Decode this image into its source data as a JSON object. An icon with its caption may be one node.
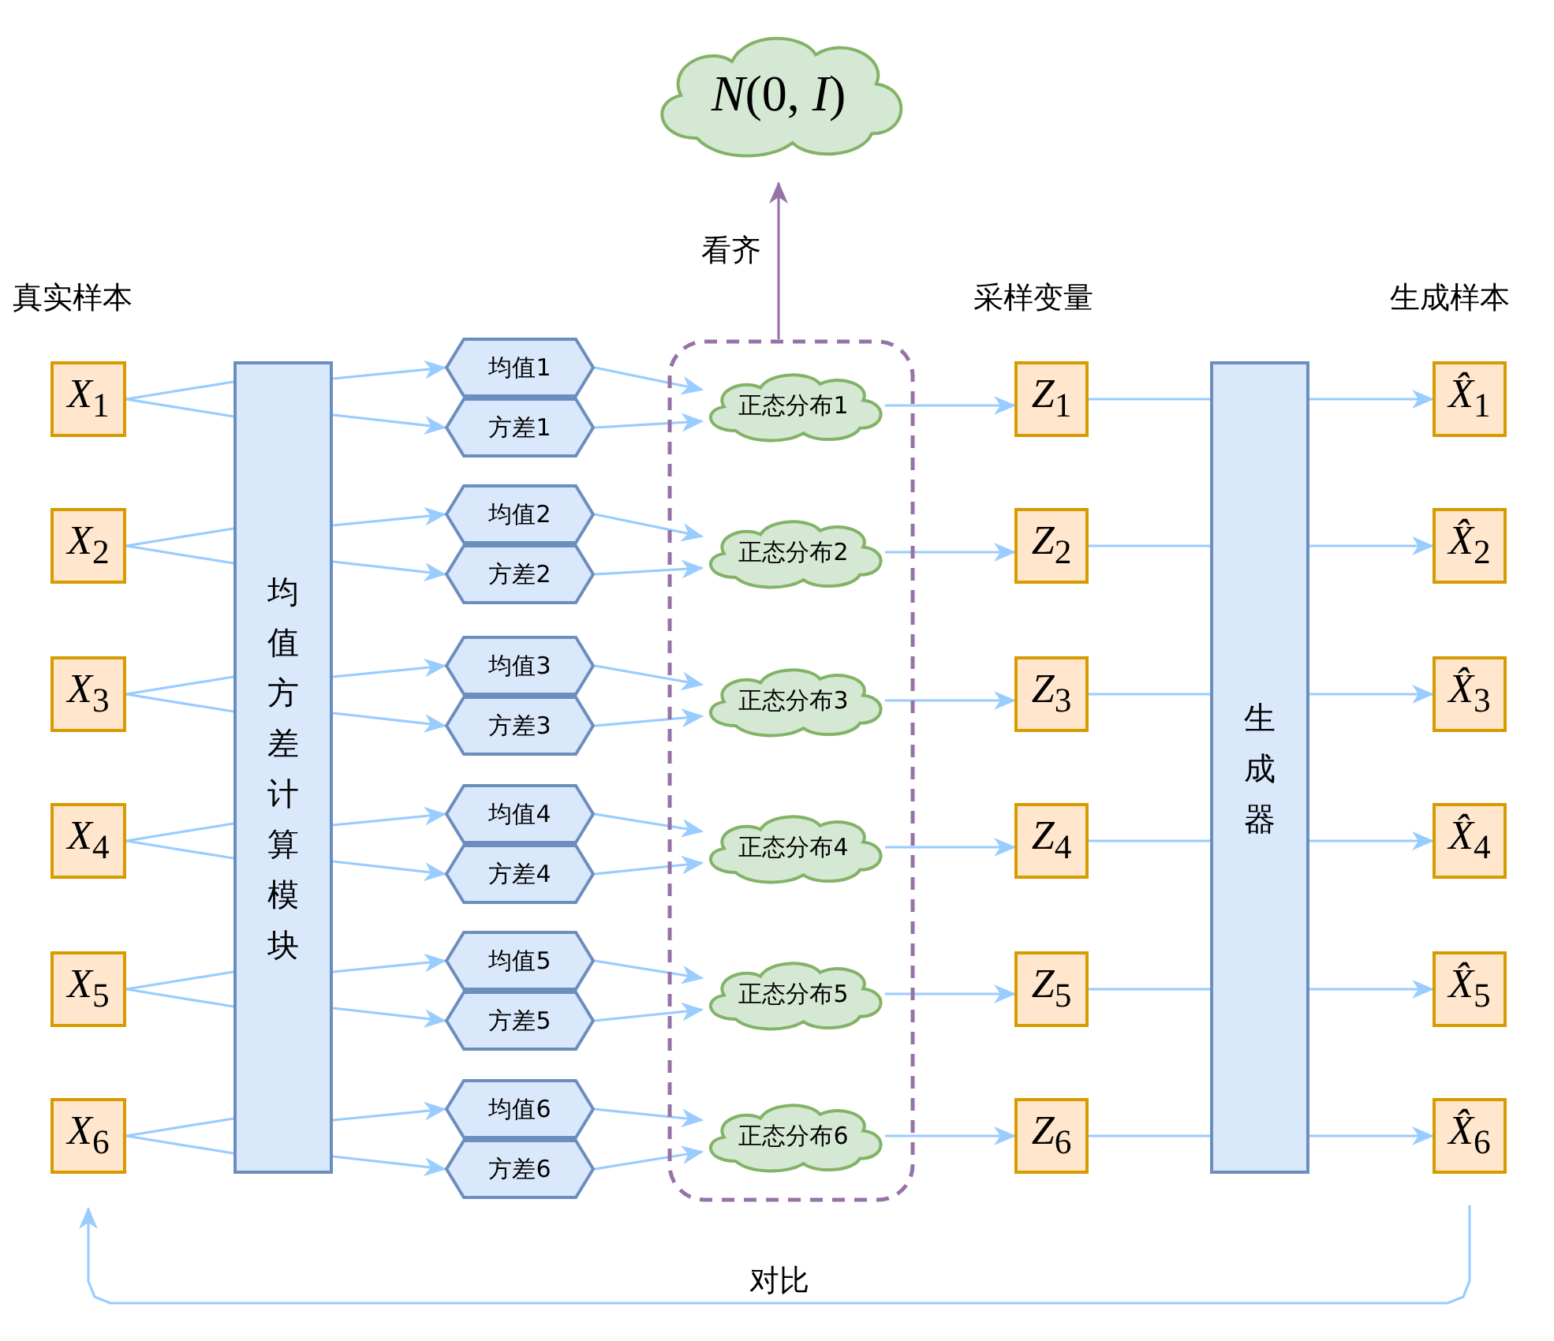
{
  "diagram": {
    "nodes": [
      {
        "text": [
          "*N*(0, *I*)"
        ]
      },
      {
        "text": [
          "*X*$_{1}$"
        ]
      },
      {
        "text": [
          "*X*$_{2}$"
        ]
      },
      {
        "text": [
          "*X*$_{3}$"
        ]
      },
      {
        "text": [
          "*X*$_{4}$"
        ]
      },
      {
        "text": [
          "*X*$_{5}$"
        ]
      },
      {
        "text": [
          "*X*$_{6}$"
        ]
      },
      {
        "text": [
          "均值方差计算模块"
        ]
      },
      {
        "text": [
          "均值1"
        ]
      },
      {
        "text": [
          "方差1"
        ]
      },
      {
        "text": [
          "均值2"
        ]
      },
      {
        "text": [
          "方差2"
        ]
      },
      {
        "text": [
          "均值3"
        ]
      },
      {
        "text": [
          "方差3"
        ]
      },
      {
        "text": [
          "均值4"
        ]
      },
      {
        "text": [
          "方差4"
        ]
      },
      {
        "text": [
          "均值5"
        ]
      },
      {
        "text": [
          "方差5"
        ]
      },
      {
        "text": [
          "均值6"
        ]
      },
      {
        "text": [
          "方差6"
        ]
      },
      {
        "text": [],
        "shape": "box"
      },
      {
        "text": [
          "正态分布1"
        ],
        "in": 20
      },
      {
        "text": [
          "正态分布2"
        ],
        "in": 20
      },
      {
        "text": [
          "正态分布3"
        ],
        "in": 20
      },
      {
        "text": [
          "正态分布4"
        ],
        "in": 20
      },
      {
        "text": [
          "正态分布5"
        ],
        "in": 20
      },
      {
        "text": [
          "正态分布6"
        ],
        "in": 20
      },
      {
        "text": [
          "*Z*$_{1}$"
        ]
      },
      {
        "text": [
          "*Z*$_{2}$"
        ]
      },
      {
        "text": [
          "*Z*$_{3}$"
        ]
      },
      {
        "text": [
          "*Z*$_{4}$"
        ]
      },
      {
        "text": [
          "*Z*$_{5}$"
        ]
      },
      {
        "text": [
          "*Z*$_{6}$"
        ]
      },
      {
        "text": [
          "生成器"
        ]
      },
      {
        "text": [
          "*X̂*$_{1}$"
        ]
      },
      {
        "text": [
          "*X̂*$_{2}$"
        ]
      },
      {
        "text": [
          "*X̂*$_{3}$"
        ]
      },
      {
        "text": [
          "*X̂*$_{4}$"
        ]
      },
      {
        "text": [
          "*X̂*$_{5}$"
        ]
      },
      {
        "text": [
          "*X̂*$_{6}$"
        ]
      }
    ],
    "edges": [
      {
        "from": 1,
        "to": 7,
        "arrow": "none"
      },
      {
        "from": 1,
        "to": 7,
        "arrow": "none"
      },
      {
        "from": 2,
        "to": 7,
        "arrow": "none"
      },
      {
        "from": 2,
        "to": 7,
        "arrow": "none"
      },
      {
        "from": 3,
        "to": 7,
        "arrow": "none"
      },
      {
        "from": 3,
        "to": 7,
        "arrow": "none"
      },
      {
        "from": 4,
        "to": 7,
        "arrow": "none"
      },
      {
        "from": 4,
        "to": 7,
        "arrow": "none"
      },
      {
        "from": 5,
        "to": 7,
        "arrow": "none"
      },
      {
        "from": 5,
        "to": 7,
        "arrow": "none"
      },
      {
        "from": 6,
        "to": 7,
        "arrow": "none"
      },
      {
        "from": 6,
        "to": 7,
        "arrow": "none"
      },
      {
        "from": 7,
        "to": 8,
        "arrow": "to"
      },
      {
        "from": 7,
        "to": 9,
        "arrow": "to"
      },
      {
        "from": 7,
        "to": 10,
        "arrow": "to"
      },
      {
        "from": 7,
        "to": 11,
        "arrow": "to"
      },
      {
        "from": 7,
        "to": 12,
        "arrow": "to"
      },
      {
        "from": 7,
        "to": 13,
        "arrow": "to"
      },
      {
        "from": 7,
        "to": 14,
        "arrow": "to"
      },
      {
        "from": 7,
        "to": 15,
        "arrow": "to"
      },
      {
        "from": 7,
        "to": 16,
        "arrow": "to"
      },
      {
        "from": 7,
        "to": 17,
        "arrow": "to"
      },
      {
        "from": 7,
        "to": 18,
        "arrow": "to"
      },
      {
        "from": 7,
        "to": 19,
        "arrow": "to"
      },
      {
        "from": 8,
        "to": 21,
        "arrow": "to"
      },
      {
        "from": 9,
        "to": 21,
        "arrow": "to"
      },
      {
        "from": 10,
        "to": 22,
        "arrow": "to"
      },
      {
        "from": 11,
        "to": 22,
        "arrow": "to"
      },
      {
        "from": 12,
        "to": 23,
        "arrow": "to"
      },
      {
        "from": 13,
        "to": 23,
        "arrow": "to"
      },
      {
        "from": 14,
        "to": 24,
        "arrow": "to"
      },
      {
        "from": 15,
        "to": 24,
        "arrow": "to"
      },
      {
        "from": 16,
        "to": 25,
        "arrow": "to"
      },
      {
        "from": 17,
        "to": 25,
        "arrow": "to"
      },
      {
        "from": 18,
        "to": 26,
        "arrow": "to"
      },
      {
        "from": 19,
        "to": 26,
        "arrow": "to"
      },
      {
        "from": 21,
        "to": 27,
        "arrow": "to"
      },
      {
        "from": 22,
        "to": 28,
        "arrow": "to"
      },
      {
        "from": 23,
        "to": 29,
        "arrow": "to"
      },
      {
        "from": 24,
        "to": 30,
        "arrow": "to"
      },
      {
        "from": 25,
        "to": 31,
        "arrow": "to"
      },
      {
        "from": 26,
        "to": 32,
        "arrow": "to"
      },
      {
        "from": 27,
        "to": 33,
        "arrow": "none"
      },
      {
        "from": 28,
        "to": 33,
        "arrow": "none"
      },
      {
        "from": 29,
        "to": 33,
        "arrow": "none"
      },
      {
        "from": 30,
        "to": 33,
        "arrow": "none"
      },
      {
        "from": 31,
        "to": 33,
        "arrow": "none"
      },
      {
        "from": 32,
        "to": 33,
        "arrow": "none"
      },
      {
        "from": 33,
        "to": 34,
        "arrow": "to"
      },
      {
        "from": 33,
        "to": 35,
        "arrow": "to"
      },
      {
        "from": 33,
        "to": 36,
        "arrow": "to"
      },
      {
        "from": 33,
        "to": 37,
        "arrow": "to"
      },
      {
        "from": 33,
        "to": 38,
        "arrow": "to"
      },
      {
        "from": 33,
        "to": 39,
        "arrow": "to"
      },
      {
        "from": 20,
        "to": 0,
        "arrow": "to",
        "label": "看齐",
        "color": "#9673a6"
      },
      {
        "from": 39,
        "to": 6,
        "arrow": "to",
        "label": "对比"
      }
    ],
    "labels": [
      "真实样本",
      "采样变量",
      "生成样本"
    ]
  }
}
